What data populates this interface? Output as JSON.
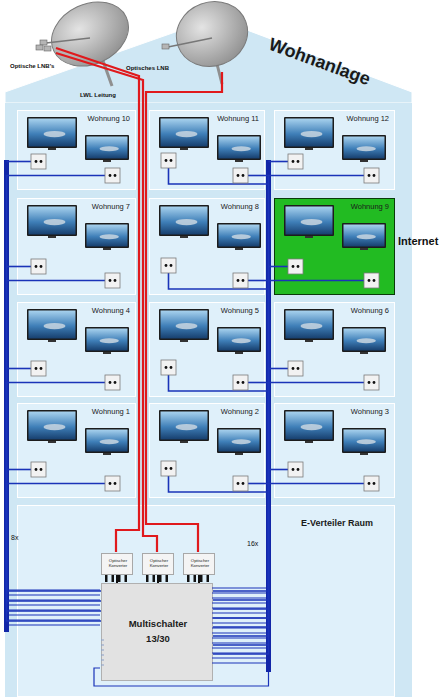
{
  "diagram": {
    "nodes": [
      {
        "text": [
          "Wohnanlage"
        ]
      },
      {
        "text": [
          "Wohnung 10"
        ],
        "in": 0
      },
      {
        "text": [
          "Wohnung 11"
        ],
        "in": 0
      },
      {
        "text": [
          "Wohnung 12"
        ],
        "in": 0
      },
      {
        "text": [
          "Wohnung 7"
        ],
        "in": 0
      },
      {
        "text": [
          "Wohnung 8"
        ],
        "in": 0
      },
      {
        "text": [
          "Wohnung 9"
        ],
        "in": 0
      },
      {
        "text": [
          "Wohnung 4"
        ],
        "in": 0
      },
      {
        "text": [
          "Wohnung 5"
        ],
        "in": 0
      },
      {
        "text": [
          "Wohnung 6"
        ],
        "in": 0
      },
      {
        "text": [
          "Wohnung 1"
        ],
        "in": 0
      },
      {
        "text": [
          "Wohnung 2"
        ],
        "in": 0
      },
      {
        "text": [
          "Wohnung 3"
        ],
        "in": 0
      },
      {
        "text": [
          "E-Verteiler Raum"
        ],
        "in": 0
      },
      {
        "text": [
          "Optischer Konverter"
        ],
        "in": 13
      },
      {
        "text": [
          "Optischer Konverter"
        ],
        "in": 13
      },
      {
        "text": [
          "Optischer Konverter"
        ],
        "in": 13
      },
      {
        "text": [
          "Multischalter 13/30"
        ],
        "in": 13
      }
    ],
    "edges": [
      {
        "from": 14,
        "to": 17,
        "arrow": "none"
      },
      {
        "from": 15,
        "to": 17,
        "arrow": "none"
      },
      {
        "from": 16,
        "to": 17,
        "arrow": "none"
      },
      {
        "from": 17,
        "to": 1,
        "arrow": "none"
      },
      {
        "from": 17,
        "to": 4,
        "arrow": "none"
      },
      {
        "from": 17,
        "to": 7,
        "arrow": "none"
      },
      {
        "from": 17,
        "to": 10,
        "arrow": "none"
      },
      {
        "from": 17,
        "to": 2,
        "arrow": "none"
      },
      {
        "from": 17,
        "to": 3,
        "arrow": "none"
      },
      {
        "from": 17,
        "to": 5,
        "arrow": "none"
      },
      {
        "from": 17,
        "to": 6,
        "arrow": "none"
      },
      {
        "from": 17,
        "to": 8,
        "arrow": "none"
      },
      {
        "from": 17,
        "to": 9,
        "arrow": "none"
      },
      {
        "from": 17,
        "to": 11,
        "arrow": "none"
      },
      {
        "from": 17,
        "to": 12,
        "arrow": "none"
      }
    ],
    "labels": [
      "Optische LNB's",
      "Optisches LNB",
      "LWL Leitung",
      "Internet",
      "8x",
      "16x"
    ]
  }
}
